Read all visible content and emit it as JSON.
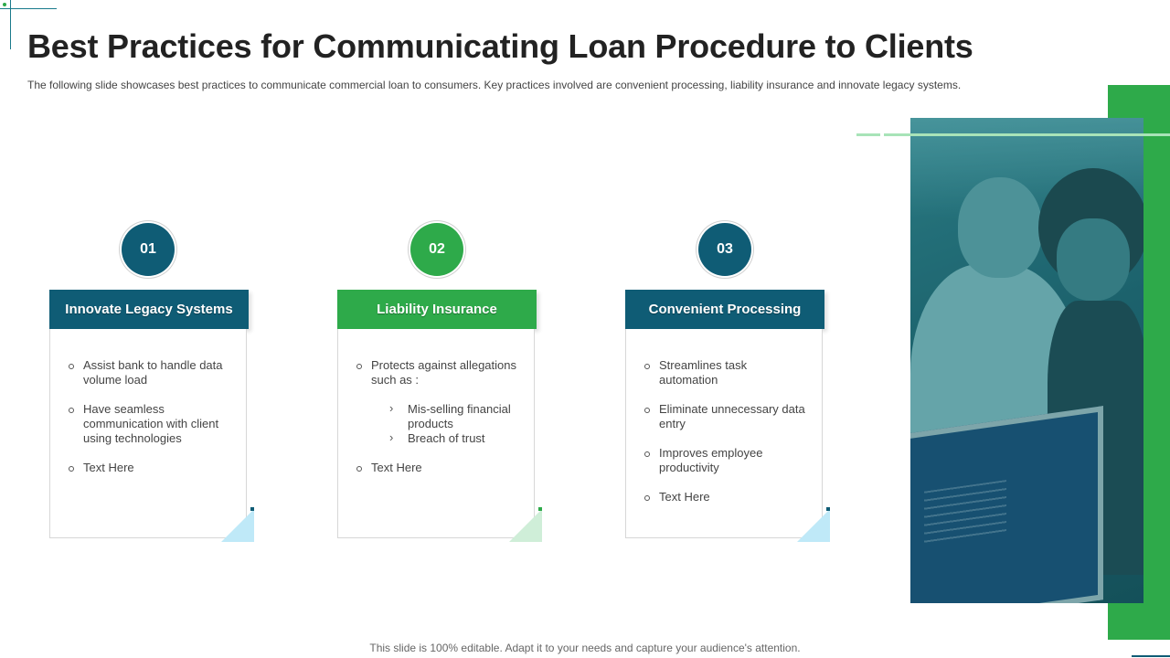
{
  "title": "Best Practices for Communicating Loan Procedure to Clients",
  "subtitle": "The following slide showcases best practices to communicate commercial loan to consumers. Key practices involved are convenient processing, liability insurance and innovate legacy systems.",
  "colors": {
    "teal": "#0f5c75",
    "green": "#2eaa4a",
    "light_blue": "#bfe9f8",
    "light_green": "#cfeed8"
  },
  "cards": [
    {
      "number": "01",
      "header": "Innovate Legacy Systems",
      "items": [
        {
          "text": "Assist bank to handle data volume load"
        },
        {
          "text": "Have seamless communication with client using technologies"
        },
        {
          "text": "Text Here"
        }
      ]
    },
    {
      "number": "02",
      "header": "Liability Insurance",
      "items": [
        {
          "text": "Protects against allegations such as :",
          "sub": [
            "Mis-selling financial products",
            "Breach of trust"
          ]
        },
        {
          "text": "Text Here"
        }
      ]
    },
    {
      "number": "03",
      "header": "Convenient Processing",
      "items": [
        {
          "text": "Streamlines task automation"
        },
        {
          "text": "Eliminate unnecessary data entry"
        },
        {
          "text": "Improves employee productivity"
        },
        {
          "text": "Text Here"
        }
      ]
    }
  ],
  "footer": "This slide is 100% editable. Adapt it to your needs and capture your audience's attention."
}
